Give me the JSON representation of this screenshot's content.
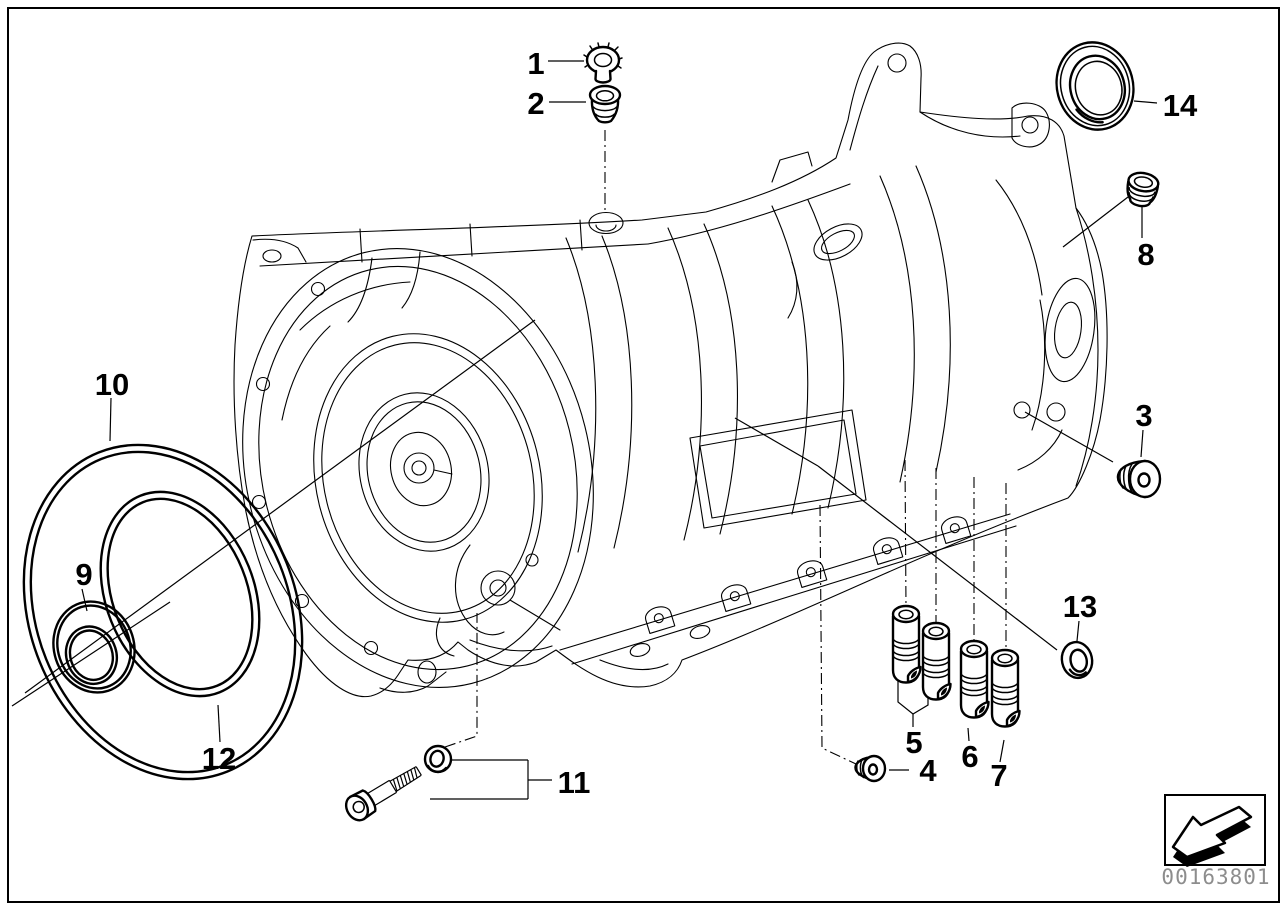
{
  "diagram": {
    "callouts": [
      {
        "label": "1"
      },
      {
        "label": "2"
      },
      {
        "label": "3"
      },
      {
        "label": "4"
      },
      {
        "label": "5"
      },
      {
        "label": "6"
      },
      {
        "label": "7"
      },
      {
        "label": "8"
      },
      {
        "label": "9"
      },
      {
        "label": "10"
      },
      {
        "label": "11"
      },
      {
        "label": "12"
      },
      {
        "label": "13"
      },
      {
        "label": "14"
      }
    ],
    "stamp": {
      "image_id": "00163801"
    }
  }
}
